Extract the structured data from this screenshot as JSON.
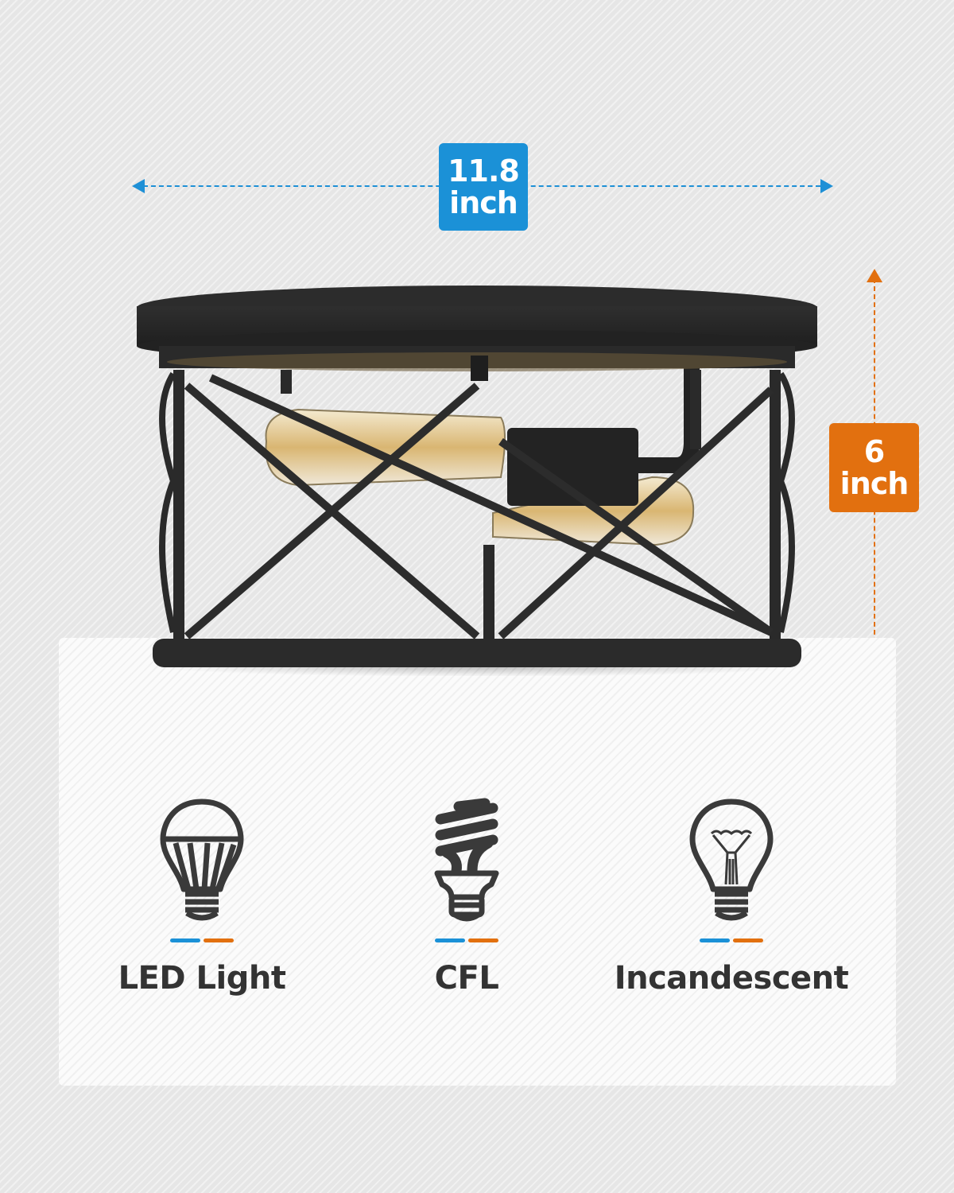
{
  "dimensions": {
    "width": {
      "value": "11.8",
      "unit": "inch",
      "color": "#1b91d7"
    },
    "height": {
      "value": "6",
      "unit": "inch",
      "color": "#e2700f"
    }
  },
  "product": {
    "name": "flush mount ceiling light fixture, black metal cage with two vintage bulbs"
  },
  "compatible_bulbs": {
    "accent_colors": [
      "#1b91d7",
      "#e2700f"
    ],
    "items": [
      {
        "icon": "led-bulb-icon",
        "label": "LED Light"
      },
      {
        "icon": "cfl-bulb-icon",
        "label": "CFL"
      },
      {
        "icon": "incandescent-bulb-icon",
        "label": "Incandescent"
      }
    ]
  }
}
